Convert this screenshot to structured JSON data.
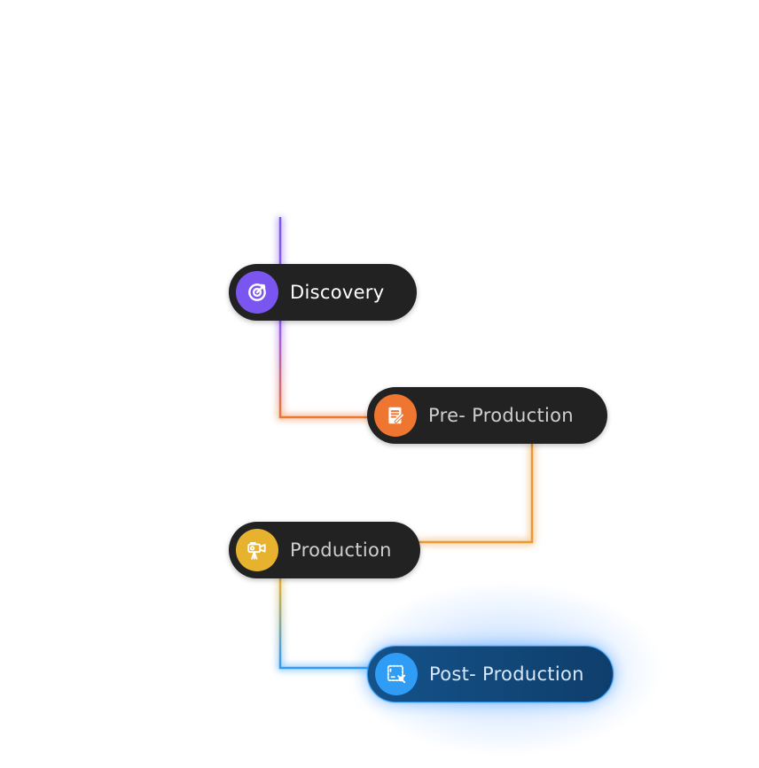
{
  "steps": [
    {
      "label": "Discovery",
      "icon": "target-icon",
      "color": "#7b55f0"
    },
    {
      "label": "Pre- Production",
      "icon": "script-document-icon",
      "color": "#ee7630"
    },
    {
      "label": "Production",
      "icon": "video-camera-icon",
      "color": "#e7b32f"
    },
    {
      "label": "Post- Production",
      "icon": "edit-frame-icon",
      "color": "#2f9cf5"
    }
  ],
  "active_step": "Post- Production"
}
